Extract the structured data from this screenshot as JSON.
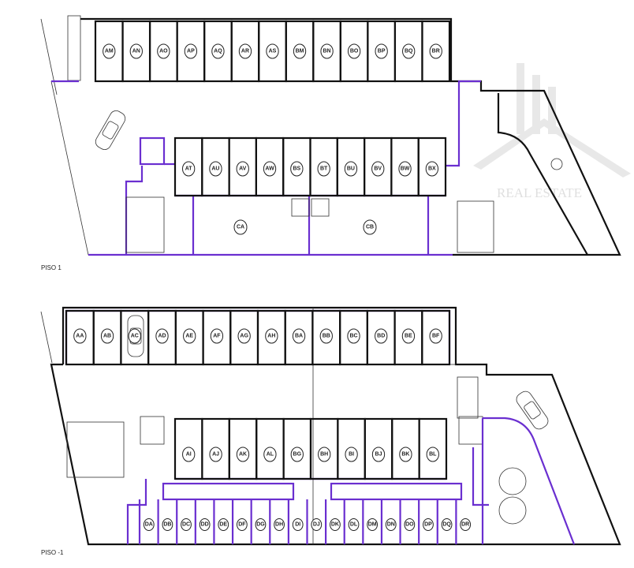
{
  "floors": [
    {
      "name": "PISO 1",
      "rows": [
        [
          "AM",
          "AN",
          "AO",
          "AP",
          "AQ",
          "AR",
          "AS",
          "BM",
          "BN",
          "BO",
          "BP",
          "BQ",
          "BR"
        ],
        [
          "AT",
          "AU",
          "AV",
          "AW",
          "BS",
          "BT",
          "BU",
          "BV",
          "BW",
          "BX"
        ]
      ],
      "rooms": [
        "CA",
        "CB"
      ]
    },
    {
      "name": "PISO -1",
      "rows": [
        [
          "AA",
          "AB",
          "AC",
          "AD",
          "AE",
          "AF",
          "AG",
          "AH",
          "BA",
          "BB",
          "BC",
          "BD",
          "BE",
          "BF"
        ],
        [
          "AI",
          "AJ",
          "AK",
          "AL",
          "BG",
          "BH",
          "BI",
          "BJ",
          "BK",
          "BL"
        ],
        [
          "DA",
          "DB",
          "DC",
          "DD",
          "DE",
          "DF",
          "DG",
          "DH",
          "DI",
          "DJ",
          "DK",
          "DL",
          "DM",
          "DN",
          "DO",
          "DP",
          "DQ",
          "DR"
        ]
      ]
    }
  ],
  "watermark": {
    "logo_text": "REAL ESTATE"
  },
  "colors": {
    "wall": "#111111",
    "storage_outline": "#6a2fd0"
  }
}
